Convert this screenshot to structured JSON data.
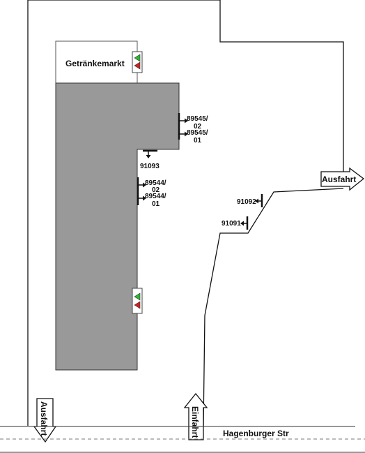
{
  "map": {
    "street_name": "Hagenburger Str",
    "exits": [
      {
        "label": "Ausfahrt"
      },
      {
        "label": "Ausfahrt"
      }
    ],
    "entrance": {
      "label": "Einfahrt"
    },
    "store": {
      "label": "Getränkemarkt"
    },
    "stops": [
      {
        "code_line1": "89545/",
        "code_line2": "02"
      },
      {
        "code_line1": "89545/",
        "code_line2": "01"
      },
      {
        "code": "91093"
      },
      {
        "code_line1": "89544/",
        "code_line2": "02"
      },
      {
        "code_line1": "89544/",
        "code_line2": "01"
      },
      {
        "code": "91092"
      },
      {
        "code": "91091"
      }
    ],
    "colors": {
      "building": "#999999",
      "signal_green": "#2eb82e",
      "signal_red": "#cc2222",
      "lines": "#111111"
    }
  }
}
